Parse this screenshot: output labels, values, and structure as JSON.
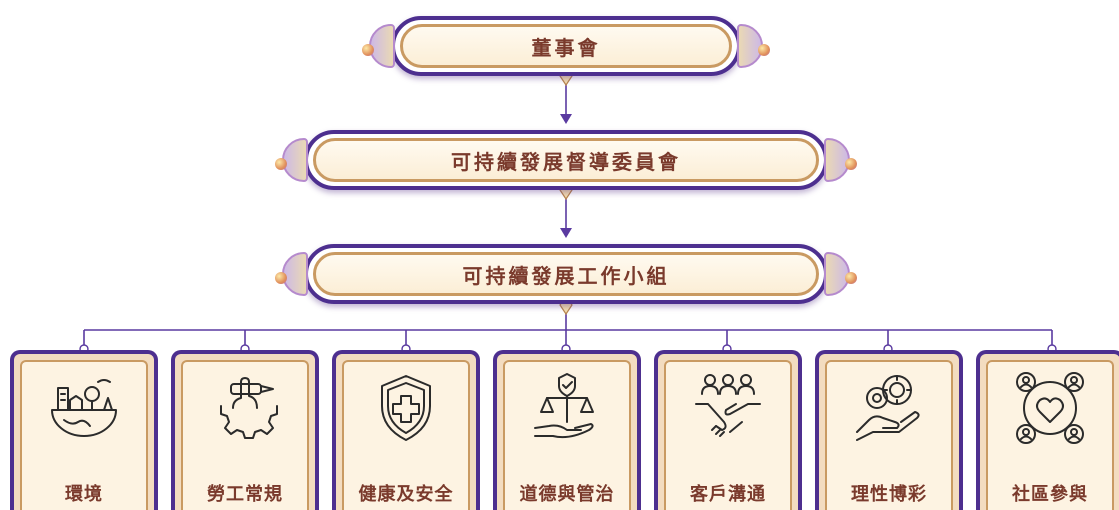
{
  "colors": {
    "frame": "#4d2f8f",
    "gold": "#c99a62",
    "label": "#7a3a2c",
    "fill": "#fbeed6",
    "connector": "#5a3aa0"
  },
  "nodes": {
    "board": "董事會",
    "committee": "可持續發展督導委員會",
    "working_group": "可持續發展工作小組"
  },
  "units": [
    {
      "label": "環境",
      "icon": "environment-icon"
    },
    {
      "label": "勞工常規",
      "icon": "labor-icon"
    },
    {
      "label": "健康及安全",
      "icon": "health-safety-icon"
    },
    {
      "label": "道德與管治",
      "icon": "ethics-governance-icon"
    },
    {
      "label": "客戶溝通",
      "icon": "customer-communication-icon"
    },
    {
      "label": "理性博彩",
      "icon": "responsible-gaming-icon"
    },
    {
      "label": "社區參與",
      "icon": "community-icon"
    }
  ]
}
